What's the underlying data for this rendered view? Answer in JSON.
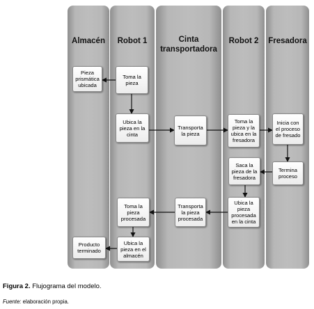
{
  "lanes": {
    "almacen": "Almacén",
    "robot1": "Robot 1",
    "cinta": "Cinta transportadora",
    "robot2": "Robot 2",
    "fresadora": "Fresadora"
  },
  "boxes": {
    "pieza_prismatica": "Pieza prismática ubicada",
    "toma_pieza": "Toma la pieza",
    "ubica_pieza_cinta": "Ubica la pieza en la cinta",
    "transporta_pieza": "Transporta la pieza",
    "toma_ubica_fresadora": "Toma la pieza y la ubica en la fresadora",
    "inicia_proceso": "Inicia con el proceso de fresado",
    "termina_proceso": "Termina proceso",
    "saca_pieza": "Saca la pieza de la fresadora",
    "ubica_procesada_cinta": "Ubica la pieza procesada en la cinta",
    "transporta_procesada": "Transporta la pieza procesada",
    "toma_procesada": "Toma la pieza procesada",
    "ubica_almacen": "Ubica la pieza en el almacén",
    "producto_terminado": "Producto terminado"
  },
  "caption": {
    "label": "Figura 2.",
    "text": "Flujograma del modelo."
  },
  "source": {
    "label": "Fuente:",
    "text": "elaboración propia."
  }
}
